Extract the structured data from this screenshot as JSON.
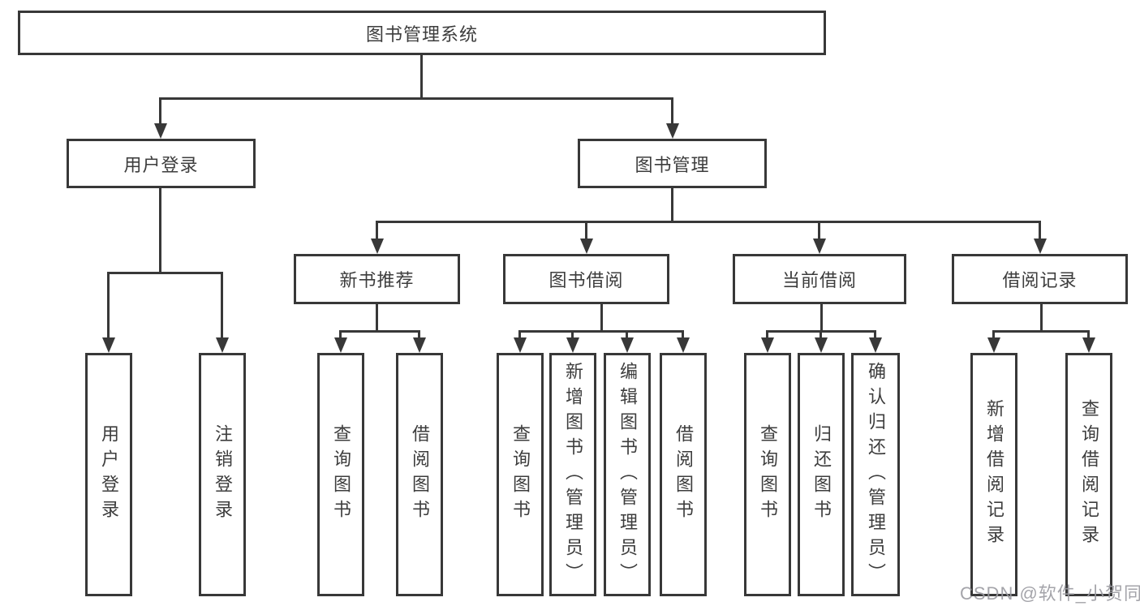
{
  "tree": {
    "root": {
      "label": "图书管理系统"
    },
    "user_login": {
      "label": "用户登录",
      "children": [
        {
          "label": "用户登录"
        },
        {
          "label": "注销登录"
        }
      ]
    },
    "book_management": {
      "label": "图书管理",
      "groups": [
        {
          "label": "新书推荐",
          "children": [
            {
              "label": "查询图书"
            },
            {
              "label": "借阅图书"
            }
          ]
        },
        {
          "label": "图书借阅",
          "children": [
            {
              "label": "查询图书"
            },
            {
              "label": "新增图书（管理员）"
            },
            {
              "label": "编辑图书（管理员）"
            },
            {
              "label": "借阅图书"
            }
          ]
        },
        {
          "label": "当前借阅",
          "children": [
            {
              "label": "查询图书"
            },
            {
              "label": "归还图书"
            },
            {
              "label": "确认归还（管理员）"
            }
          ]
        },
        {
          "label": "借阅记录",
          "children": [
            {
              "label": "新增借阅记录"
            },
            {
              "label": "查询借阅记录"
            }
          ]
        }
      ]
    }
  },
  "watermark": "CSDN @软件_小贺同学",
  "colors": {
    "line": "#383838",
    "text": "#3d3d3d",
    "background": "#ffffff",
    "watermark": "#9b9ba1"
  }
}
